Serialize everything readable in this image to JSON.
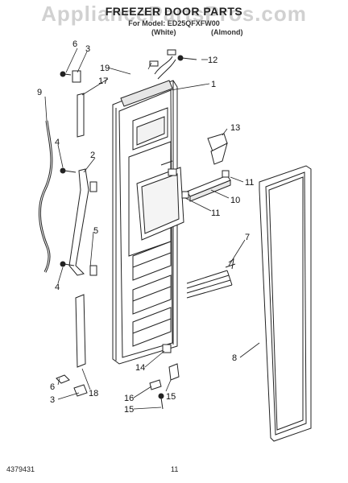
{
  "header": {
    "title": "FREEZER DOOR PARTS",
    "subtitle": "For Model: ED25QFXFW00",
    "variants": [
      "(White)",
      "(Almond)"
    ],
    "watermark": "AppliancePartsPros.com"
  },
  "footer": {
    "doc_number": "4379431",
    "page_number": "11"
  },
  "callouts": {
    "c1": "1",
    "c2": "2",
    "c3a": "3",
    "c3b": "3",
    "c4a": "4",
    "c4b": "4",
    "c5": "5",
    "c6a": "6",
    "c6b": "6",
    "c7": "7",
    "c8": "8",
    "c9": "9",
    "c10": "10",
    "c11a": "11",
    "c11b": "11",
    "c12": "12",
    "c13": "13",
    "c14": "14",
    "c15a": "15",
    "c15b": "15",
    "c16": "16",
    "c17": "17",
    "c18": "18",
    "c19": "19"
  }
}
